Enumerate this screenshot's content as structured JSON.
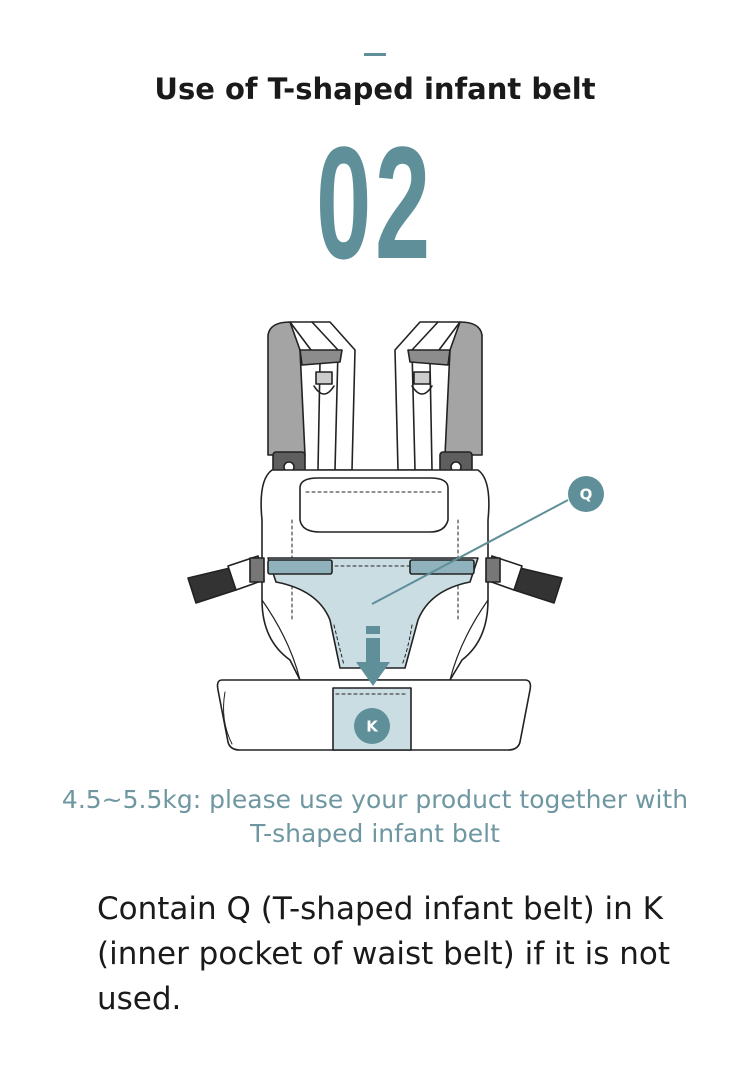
{
  "header": {
    "title": "Use of T-shaped infant belt",
    "step_number": "02"
  },
  "diagram": {
    "label_q": "Q",
    "label_k": "K",
    "accent_color": "#5f8f99",
    "belt_color": "#c9dde3"
  },
  "caption": "4.5~5.5kg: please use your product together with T-shaped infant belt",
  "description": "Contain Q (T-shaped infant belt) in K (inner pocket of waist belt) if it is not used."
}
